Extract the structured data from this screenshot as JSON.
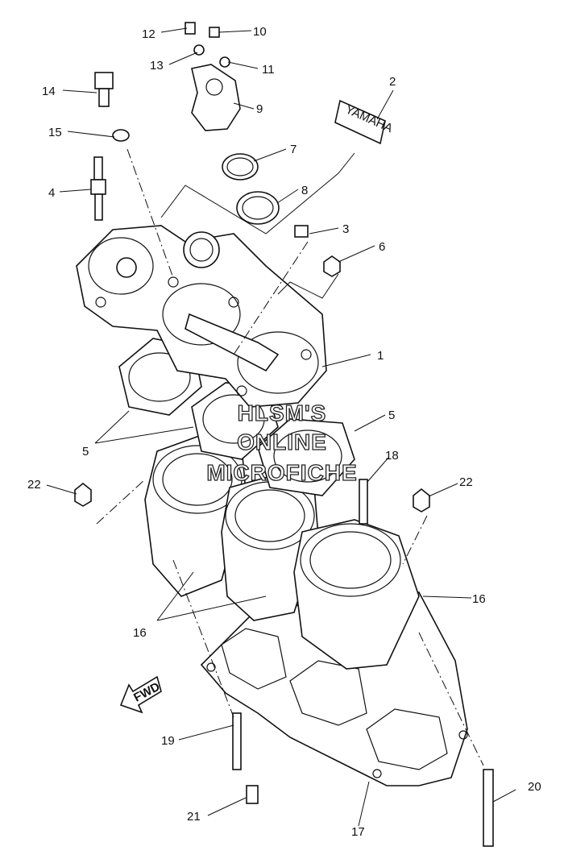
{
  "callouts": {
    "c1": "1",
    "c2": "2",
    "c3": "3",
    "c4": "4",
    "c5a": "5",
    "c5b": "5",
    "c6": "6",
    "c7": "7",
    "c8": "8",
    "c9": "9",
    "c10": "10",
    "c11": "11",
    "c12": "12",
    "c13": "13",
    "c14": "14",
    "c15": "15",
    "c16a": "16",
    "c16b": "16",
    "c17": "17",
    "c18": "18",
    "c19": "19",
    "c20": "20",
    "c21": "21",
    "c22a": "22",
    "c22b": "22"
  },
  "watermark": {
    "line1": "HLSM'S",
    "line2": "ONLINE",
    "line3": "MICROFICHE"
  },
  "fwd_label": "FWD",
  "decal_text": "YAMAHA"
}
